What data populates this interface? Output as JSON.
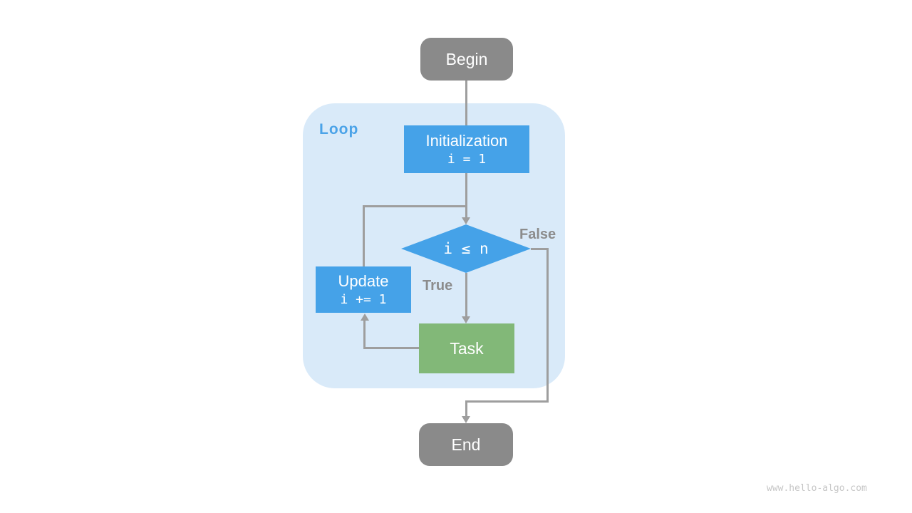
{
  "colors": {
    "node-blue": "#45A2E8",
    "node-green": "#82B878",
    "node-gray": "#8A8A8A",
    "container-blue": "#D9EAF9",
    "line-gray": "#9E9E9E",
    "label-gray": "#8C8C8C",
    "loop-blue": "#4BA3E8",
    "watermark-gray": "#C6C6C6"
  },
  "flowchart": {
    "loop_label": "Loop",
    "begin_label": "Begin",
    "init_title": "Initialization",
    "init_code": "i = 1",
    "condition_label": "i ≤ n",
    "true_label": "True",
    "false_label": "False",
    "update_title": "Update",
    "update_code": "i += 1",
    "task_label": "Task",
    "end_label": "End"
  },
  "watermark": "www.hello-algo.com"
}
